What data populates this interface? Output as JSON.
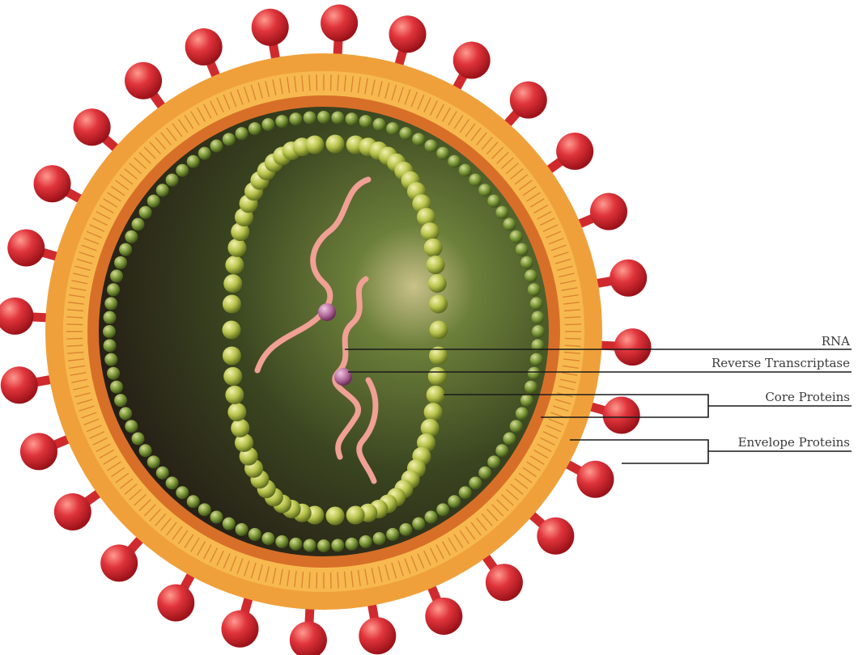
{
  "labels": {
    "rna": "RNA",
    "reverse_transcriptase": "Reverse Transcriptase",
    "core_proteins": "Core Proteins",
    "envelope_proteins": "Envelope Proteins"
  },
  "colors": {
    "spike": "#e0343b",
    "spike_stalk": "#d8262a",
    "envelope_outer": "#f2a23b",
    "envelope_band": "#f6b24a",
    "envelope_inner": "#d9702a",
    "matrix_bead": "#7e9a3a",
    "capsid_bead": "#b6c24a",
    "interior_dark": "#2b1f18",
    "interior_green": "#4a6a2a",
    "rna": "#f2a096",
    "enzyme": "#b1689a",
    "leader": "#1a1a1a"
  },
  "icons": {
    "spike": "spike-glycoprotein-icon",
    "enzyme": "reverse-transcriptase-icon"
  }
}
